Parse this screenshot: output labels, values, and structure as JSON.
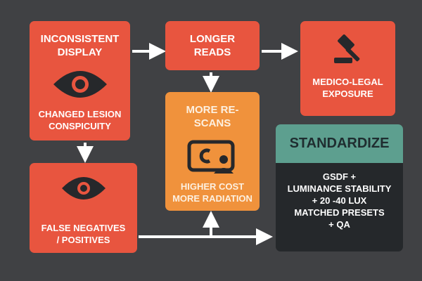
{
  "boxes": {
    "inconsistent_display": {
      "title": "INCONSISTENT DISPLAY",
      "subtitle": "CHANGED LESION CONSPICUITY"
    },
    "longer_reads": {
      "title": "LONGER READS"
    },
    "medico_legal": {
      "title": "MEDICO-LEGAL EXPOSURE"
    },
    "more_rescans": {
      "title": "MORE RE-SCANS",
      "subtitle": "HIGHER COST MORE RADIATION"
    },
    "false_results": {
      "title": "FALSE NEGATIVES / POSITIVES"
    },
    "standardize": {
      "title": "STANDARDIZE",
      "lines": [
        "GSDF +",
        "LUMINANCE STABILITY",
        "+ 20 -40 LUX",
        "MATCHED PRESETS",
        "+ QA"
      ]
    }
  },
  "colors": {
    "background": "#404144",
    "red": "#e8553f",
    "orange": "#f0923c",
    "teal": "#5d9f8f",
    "dark": "#25282b"
  }
}
